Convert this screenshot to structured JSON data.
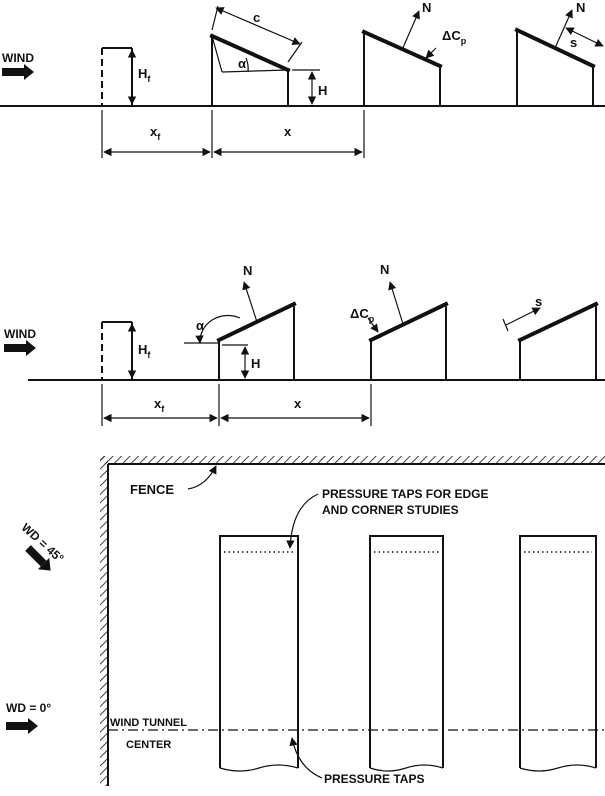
{
  "labels": {
    "wind": "WIND",
    "hf": "H",
    "hf_sub": "f",
    "h": "H",
    "c": "c",
    "alpha": "α",
    "n": "N",
    "delta_cp": "ΔC",
    "delta_cp_sub": "p",
    "s": "s",
    "xf": "x",
    "xf_sub": "f",
    "x": "x",
    "fence": "FENCE",
    "taps_edge_line1": "PRESSURE TAPS FOR EDGE",
    "taps_edge_line2": "AND CORNER STUDIES",
    "wd45": "WD = 45°",
    "wd0": "WD = 0°",
    "tunnel_line1": "WIND TUNNEL",
    "tunnel_line2": "CENTER",
    "pressure_taps": "PRESSURE TAPS"
  },
  "colors": {
    "ink": "#111111",
    "paper": "#ffffff"
  }
}
